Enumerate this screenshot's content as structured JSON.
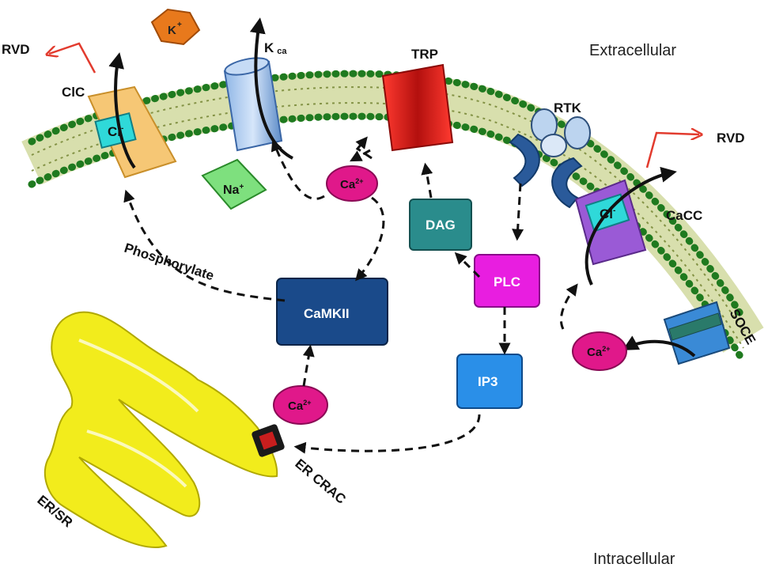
{
  "regions": {
    "extracellular": "Extracellular",
    "intracellular": "Intracellular"
  },
  "channels": {
    "clc": "ClC",
    "kca_main": "K",
    "kca_sub": "ca",
    "trp": "TRP",
    "rtk": "RTK",
    "cacc": "CaCC",
    "soce": "SOCE",
    "er_crac": "ER CRAC"
  },
  "ions": {
    "k": "K",
    "k_sup": "+",
    "na": "Na",
    "na_sup": "+",
    "cl": "Cl",
    "cl_sup": "-",
    "ca": "Ca",
    "ca_sup": "2+"
  },
  "molecules": {
    "dag": "DAG",
    "plc": "PLC",
    "ip3": "IP3",
    "camkii": "CaMKII"
  },
  "labels": {
    "rvd": "RVD",
    "phosphorylate": "Phosphorylate",
    "er_sr": "ER/SR"
  },
  "colors": {
    "membrane": "#7a8a3a",
    "head": "#1f7a1f",
    "trp": "#e0201e",
    "dag": "#2a8c8c",
    "plc": "#e81ee0",
    "ip3": "#2a8fe8",
    "camkii": "#1a4a8a",
    "calcium": "#e0188a",
    "er": "#f2ec1c",
    "rvd_arrow": "#e23b2e"
  }
}
